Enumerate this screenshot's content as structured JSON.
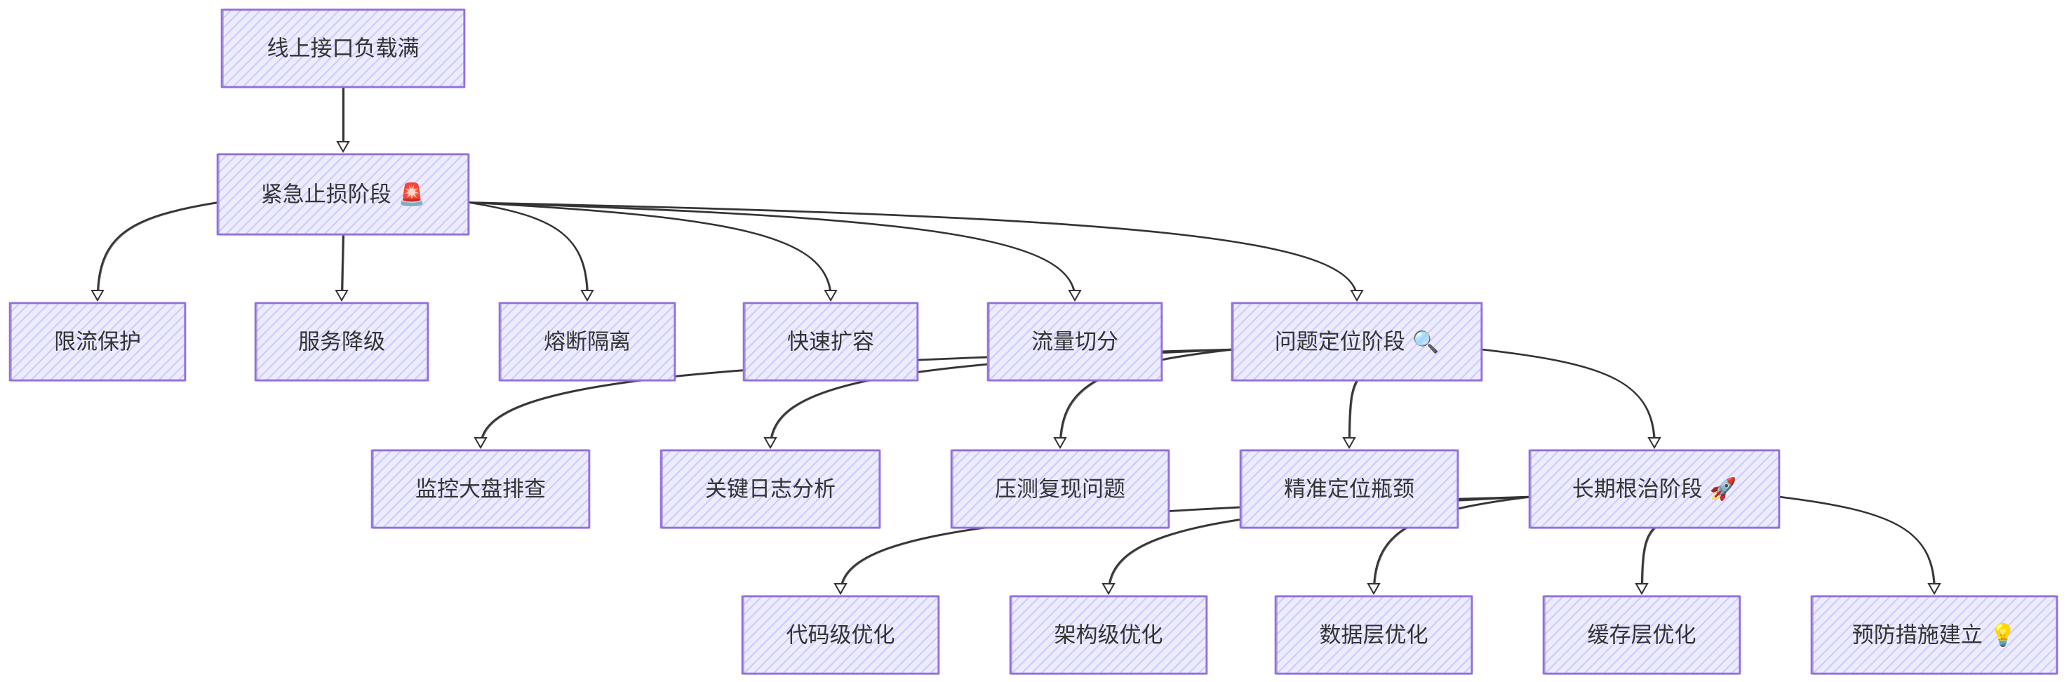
{
  "diagram": {
    "nodes": [
      {
        "id": "overload",
        "label": "线上接口负载满"
      },
      {
        "id": "stoploss",
        "label": "紧急止损阶段",
        "icon": "🚨"
      },
      {
        "id": "ratelimit",
        "label": "限流保护"
      },
      {
        "id": "degrade",
        "label": "服务降级"
      },
      {
        "id": "breaker",
        "label": "熔断隔离"
      },
      {
        "id": "scaleout",
        "label": "快速扩容"
      },
      {
        "id": "traffic",
        "label": "流量切分"
      },
      {
        "id": "locate",
        "label": "问题定位阶段",
        "icon": "🔍"
      },
      {
        "id": "monitor",
        "label": "监控大盘排查"
      },
      {
        "id": "logs",
        "label": "关键日志分析"
      },
      {
        "id": "stress",
        "label": "压测复现问题"
      },
      {
        "id": "pinpoint",
        "label": "精准定位瓶颈"
      },
      {
        "id": "longterm",
        "label": "长期根治阶段",
        "icon": "🚀"
      },
      {
        "id": "code",
        "label": "代码级优化"
      },
      {
        "id": "arch",
        "label": "架构级优化"
      },
      {
        "id": "data",
        "label": "数据层优化"
      },
      {
        "id": "cache",
        "label": "缓存层优化"
      },
      {
        "id": "prevent",
        "label": "预防措施建立",
        "icon": "💡"
      }
    ],
    "edges": [
      {
        "from": "overload",
        "to": "stoploss"
      },
      {
        "from": "stoploss",
        "to": "ratelimit"
      },
      {
        "from": "stoploss",
        "to": "degrade"
      },
      {
        "from": "stoploss",
        "to": "breaker"
      },
      {
        "from": "stoploss",
        "to": "scaleout"
      },
      {
        "from": "stoploss",
        "to": "traffic"
      },
      {
        "from": "stoploss",
        "to": "locate"
      },
      {
        "from": "locate",
        "to": "monitor"
      },
      {
        "from": "locate",
        "to": "logs"
      },
      {
        "from": "locate",
        "to": "stress"
      },
      {
        "from": "locate",
        "to": "pinpoint"
      },
      {
        "from": "locate",
        "to": "longterm"
      },
      {
        "from": "longterm",
        "to": "code"
      },
      {
        "from": "longterm",
        "to": "arch"
      },
      {
        "from": "longterm",
        "to": "data"
      },
      {
        "from": "longterm",
        "to": "cache"
      },
      {
        "from": "longterm",
        "to": "prevent"
      }
    ],
    "colors": {
      "node_fill": "#ececff",
      "node_border": "#9370db",
      "edge": "#333333",
      "text": "#333333"
    }
  }
}
